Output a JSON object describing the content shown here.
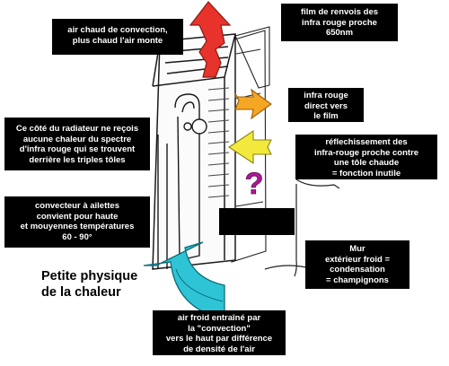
{
  "labels": {
    "hot_air": "air chaud de convection,\nplus chaud l'air monte",
    "reflective_film": "film de renvois des\ninfra rouge proche\n650nm",
    "infrared_direct": "infra rouge\ndirect vers\nle film",
    "no_heat_side": "Ce côté du radiateur ne reçois\naucune chaleur du spectre\nd'infra rouge qui se trouvent\nderrière les triples tôles",
    "reflection": "réflechissement des\ninfra-rouge proche contre\nune tôle chaude\n= fonction inutile",
    "convector": "convecteur à ailettes\nconvient pour haute\net mouyennes températures\n60 - 90°",
    "blank_box": "",
    "cold_wall": "Mur\nextérieur froid =\ncondensation\n= champignons",
    "cold_air": "air froid entraîné par\nla \"convection\"\nvers le haut par différence\nde densité de l'air",
    "title": "Petite physique\nde la chaleur",
    "question_mark": "?"
  },
  "colors": {
    "hot_air_arrow": "#e8322c",
    "infrared_arrow": "#f5a623",
    "reflection_arrow": "#f2e93c",
    "cold_air_arrow": "#2ec4d6",
    "question_mark": "#b0179a",
    "label_bg": "#000000",
    "label_text": "#ffffff"
  }
}
